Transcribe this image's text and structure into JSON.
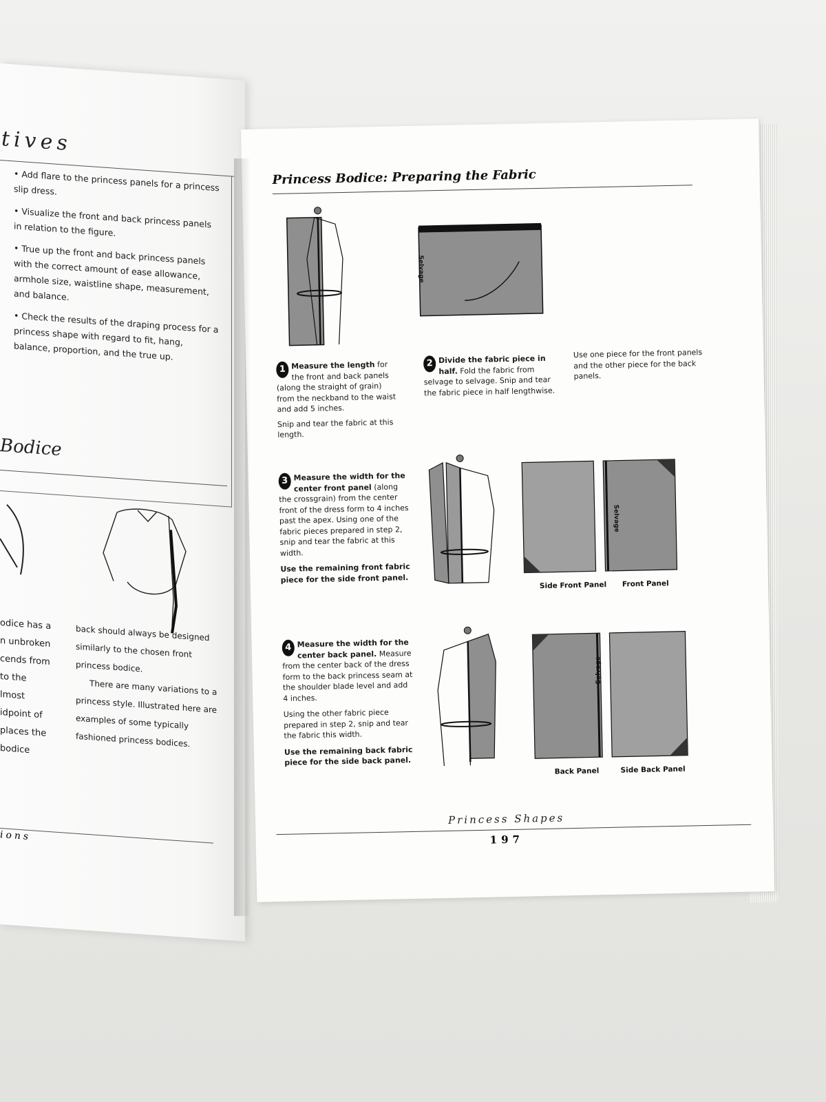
{
  "left_page": {
    "objectives_heading": "tives",
    "bullets": [
      "Add flare to the princess panels for a princess slip dress.",
      "Visualize the front and back princess panels in relation to the figure.",
      "True up the front and back princess panels with the correct amount of ease allowance, armhole size, waistline shape, measurement, and balance.",
      "Check the results of the draping process for a princess shape with regard to fit, hang, balance, proportion, and the true up."
    ],
    "section_heading": "Bodice",
    "col1_lines": [
      "odice has a",
      "n unbroken",
      "cends from",
      "to the",
      "lmost",
      "idpoint of",
      "places the",
      "bodice"
    ],
    "col2_para1": "back should always be designed similarly to the chosen front princess bodice.",
    "col2_para2": "There are many variations to a princess style. Illustrated here are examples of some typically fashioned princess bodices.",
    "footer": "ions"
  },
  "right_page": {
    "title": "Princess Bodice: Preparing the Fabric",
    "steps": [
      {
        "num": "1",
        "bold": "Measure the length",
        "text": " for the front and back panels (along the straight of grain) from the neckband to the waist and add 5 inches.",
        "extra": "Snip and tear the fabric at this length.",
        "extra_bold": ""
      },
      {
        "num": "2",
        "bold": "Divide the fabric piece in half.",
        "text": " Fold the fabric from selvage to selvage. Snip and tear the fabric piece in half lengthwise.",
        "extra": "",
        "extra_bold": ""
      },
      {
        "num": "3",
        "bold": "Measure the width for the center front panel",
        "text": " (along the crossgrain) from the center front of the dress form to 4 inches past the apex. Using one of the fabric pieces prepared in step 2, snip and tear the fabric at this width.",
        "extra": "",
        "extra_bold": "Use the remaining front fabric piece for the side front panel."
      },
      {
        "num": "4",
        "bold": "Measure the width for the center back panel.",
        "text": " Measure from the center back of the dress form to the back princess seam at the shoulder blade level and add 4 inches.",
        "extra": "Using the other fabric piece prepared in step 2, snip and tear the fabric this width.",
        "extra_bold": "Use the remaining back fabric piece for the side back panel."
      }
    ],
    "step2_note": "Use one piece for the front panels and the other piece for the back panels.",
    "selvage_label": "Selvage",
    "panel_labels": {
      "side_front": "Side Front Panel",
      "front": "Front Panel",
      "back": "Back Panel",
      "side_back": "Side Back Panel"
    },
    "footer_title": "Princess Shapes",
    "page_number": "197"
  },
  "colors": {
    "fabric_gray": "#8f8f8f",
    "ink": "#111111",
    "paper": "#fdfdfc"
  }
}
